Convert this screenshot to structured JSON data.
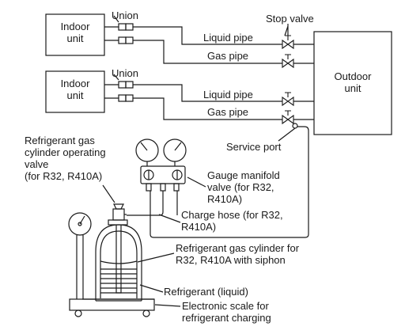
{
  "indoor_unit_1": "Indoor\nunit",
  "indoor_unit_2": "Indoor\nunit",
  "outdoor_unit": "Outdoor\nunit",
  "union_1": "Union",
  "union_2": "Union",
  "stop_valve": "Stop valve",
  "liquid_pipe_1": "Liquid pipe",
  "gas_pipe_1": "Gas pipe",
  "liquid_pipe_2": "Liquid pipe",
  "gas_pipe_2": "Gas pipe",
  "service_port": "Service port",
  "cylinder_valve": "Refrigerant gas\ncylinder operating\nvalve\n(for R32, R410A)",
  "gauge_manifold": "Gauge manifold\nvalve (for R32,\nR410A)",
  "charge_hose": "Charge hose (for R32,\nR410A)",
  "gas_cylinder": "Refrigerant gas cylinder for\nR32, R410A with siphon",
  "refrigerant_liquid": "Refrigerant (liquid)",
  "electronic_scale": "Electronic scale for\nrefrigerant charging"
}
